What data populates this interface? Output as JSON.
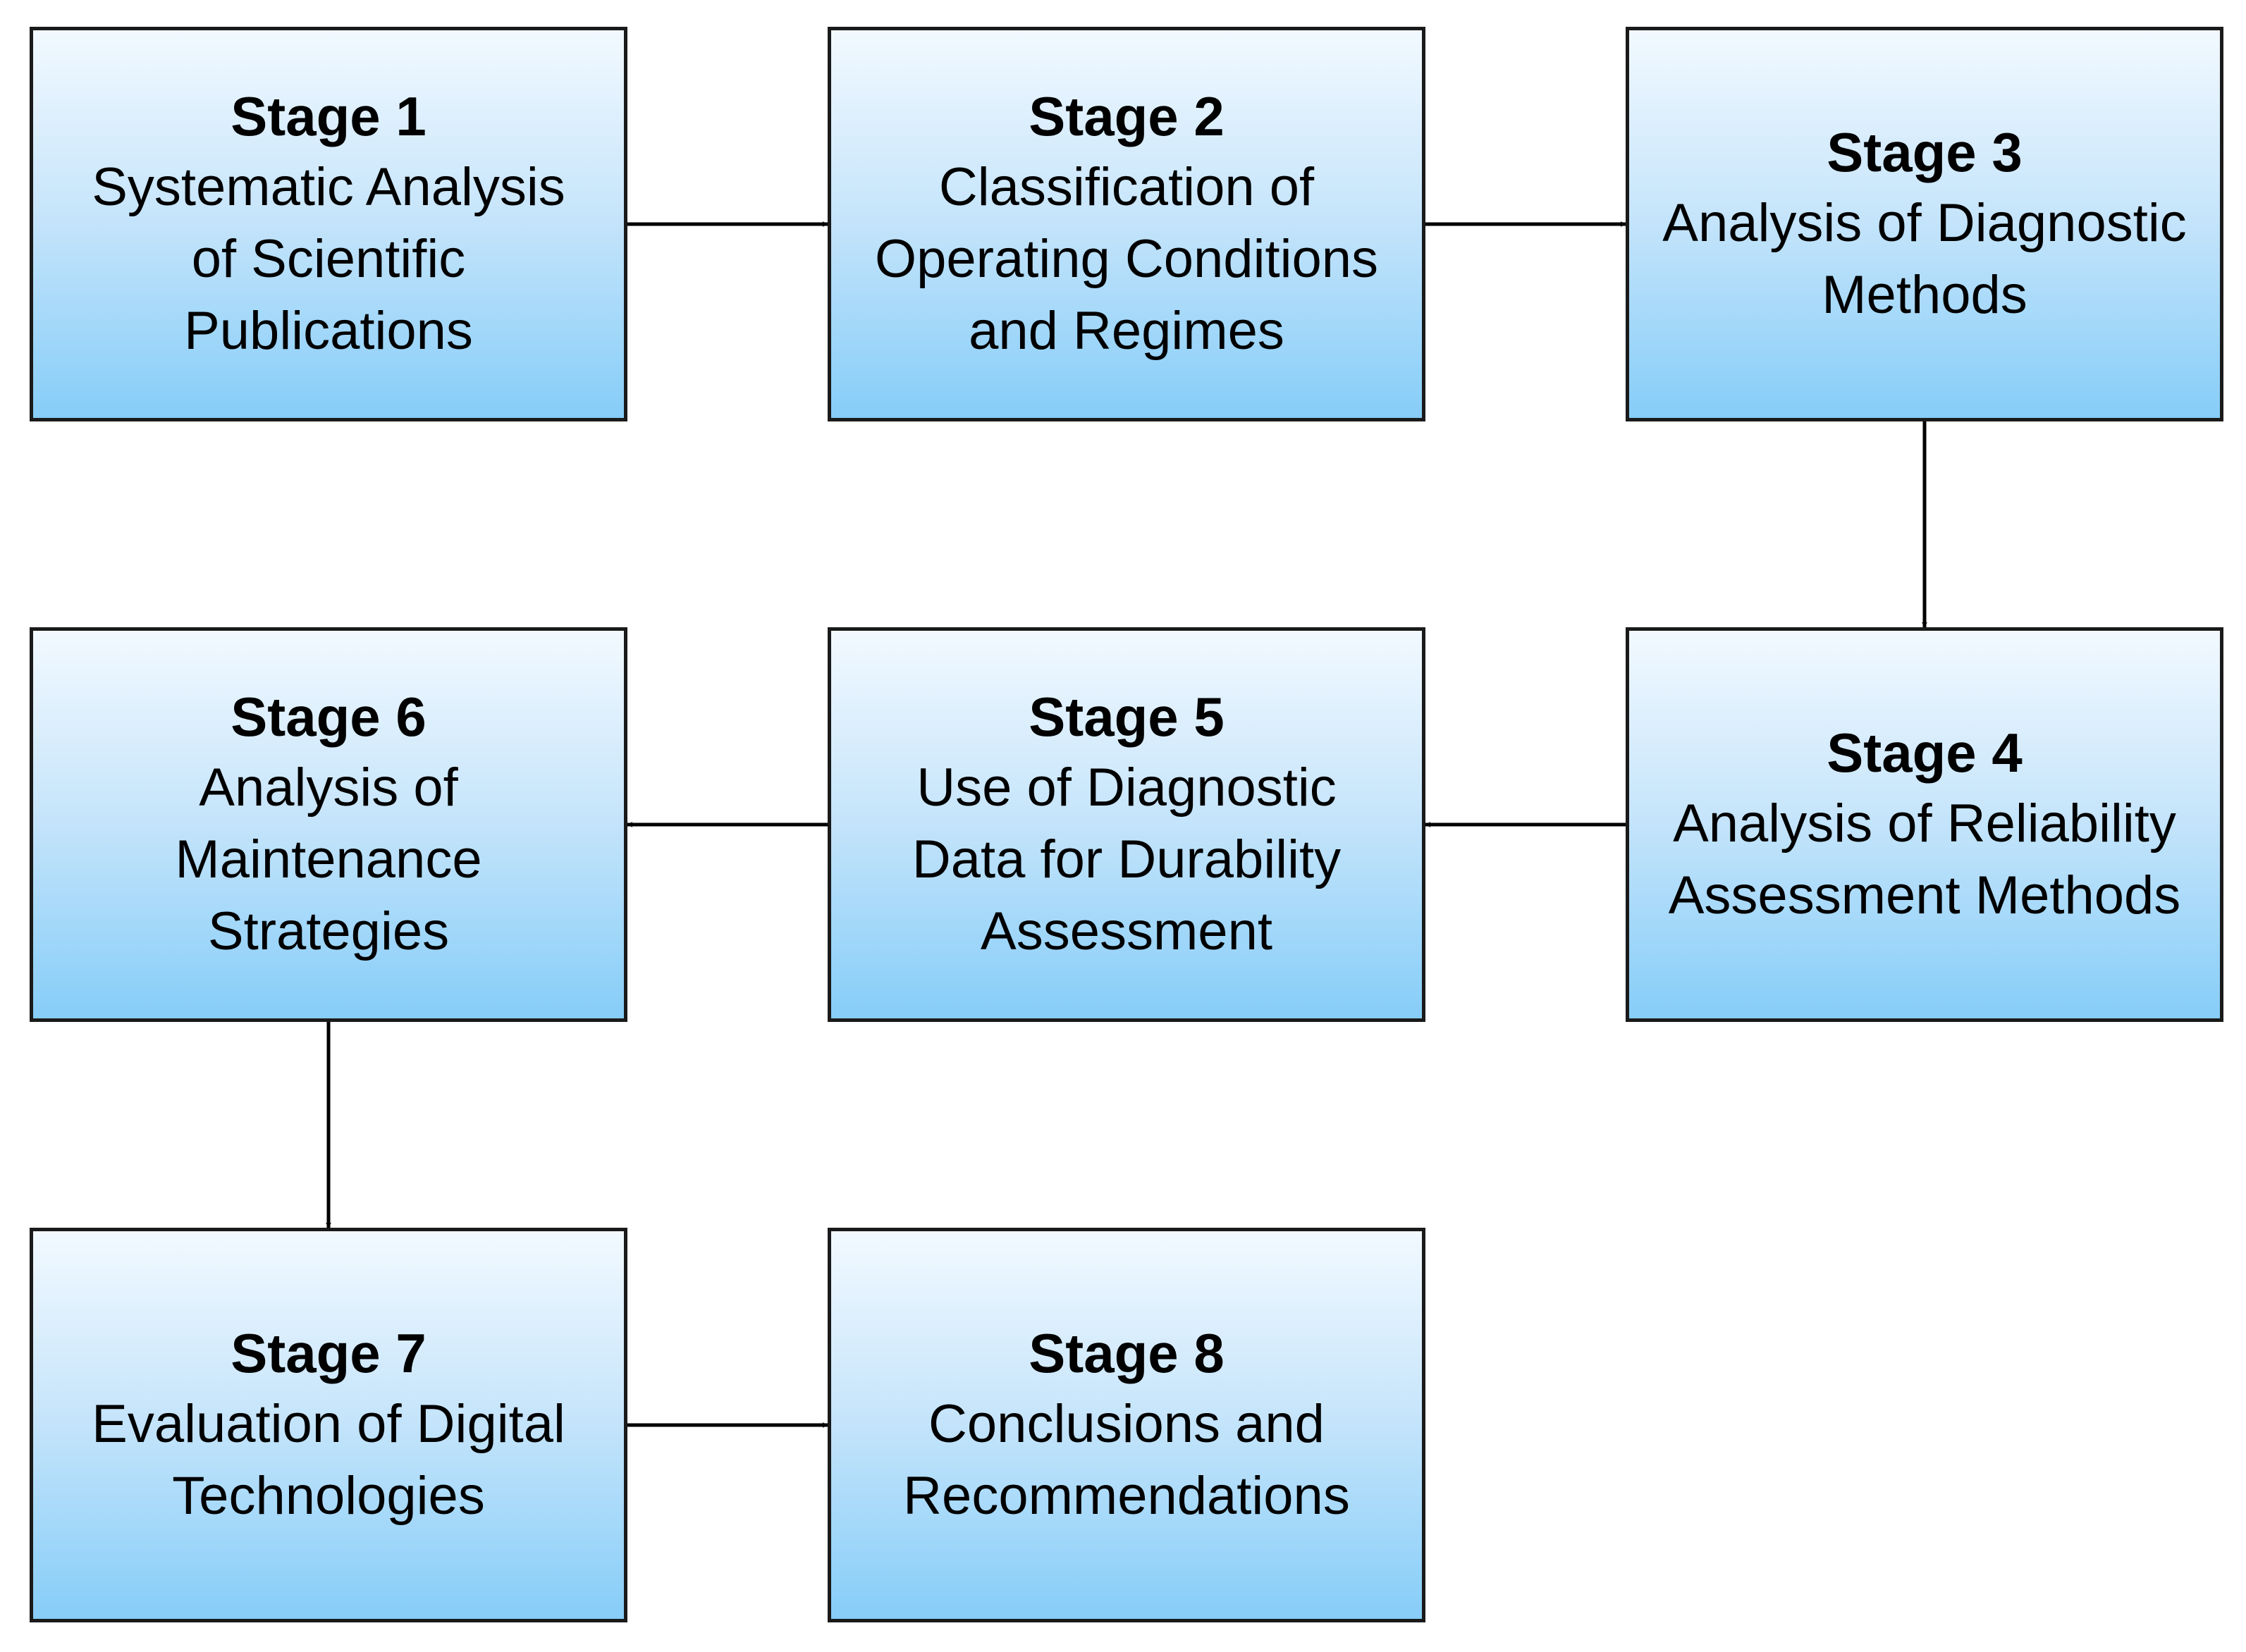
{
  "diagram": {
    "stages": [
      {
        "title": "Stage 1",
        "lines": [
          "Systematic Analysis",
          "of Scientific",
          "Publications"
        ]
      },
      {
        "title": "Stage 2",
        "lines": [
          "Classification of",
          "Operating Conditions",
          "and Regimes"
        ]
      },
      {
        "title": "Stage 3",
        "lines": [
          "Analysis of Diagnostic",
          "Methods"
        ]
      },
      {
        "title": "Stage 4",
        "lines": [
          "Analysis of Reliability",
          "Assessment Methods"
        ]
      },
      {
        "title": "Stage 5",
        "lines": [
          "Use of Diagnostic",
          "Data for Durability",
          "Assessment"
        ]
      },
      {
        "title": "Stage 6",
        "lines": [
          "Analysis of",
          "Maintenance",
          "Strategies"
        ]
      },
      {
        "title": "Stage 7",
        "lines": [
          "Evaluation of Digital",
          "Technologies"
        ]
      },
      {
        "title": "Stage 8",
        "lines": [
          "Conclusions and",
          "Recommendations"
        ]
      }
    ],
    "flow": [
      {
        "from": "Stage 1",
        "to": "Stage 2"
      },
      {
        "from": "Stage 2",
        "to": "Stage 3"
      },
      {
        "from": "Stage 3",
        "to": "Stage 4"
      },
      {
        "from": "Stage 4",
        "to": "Stage 5"
      },
      {
        "from": "Stage 5",
        "to": "Stage 6"
      },
      {
        "from": "Stage 6",
        "to": "Stage 7"
      },
      {
        "from": "Stage 7",
        "to": "Stage 8"
      }
    ],
    "colors": {
      "box_fill_top": "#f2f9ff",
      "box_fill_bottom": "#86cdf8",
      "border": "#1a1a1a",
      "arrow": "#000000",
      "text": "#000000"
    }
  }
}
